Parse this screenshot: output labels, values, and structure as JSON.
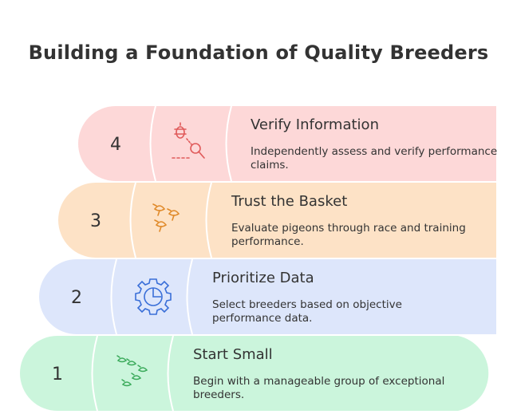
{
  "title": "Building a Foundation of Quality Breeders",
  "steps": [
    {
      "number": "4",
      "title": "Verify Information",
      "description": "Independently assess and verify performance claims.",
      "icon": "search-check-icon",
      "color": "#fdd8d8",
      "icon_color": "#e05a5a"
    },
    {
      "number": "3",
      "title": "Trust the Basket",
      "description": "Evaluate pigeons through race and training performance.",
      "icon": "birds-icon",
      "color": "#fde2c6",
      "icon_color": "#e08a2a"
    },
    {
      "number": "2",
      "title": "Prioritize Data",
      "description": "Select breeders based on objective performance data.",
      "icon": "gear-chart-icon",
      "color": "#dde6fb",
      "icon_color": "#3a6fd8"
    },
    {
      "number": "1",
      "title": "Start Small",
      "description": "Begin with a manageable group of exceptional breeders.",
      "icon": "small-birds-icon",
      "color": "#cbf5dc",
      "icon_color": "#3aaa5a"
    }
  ]
}
